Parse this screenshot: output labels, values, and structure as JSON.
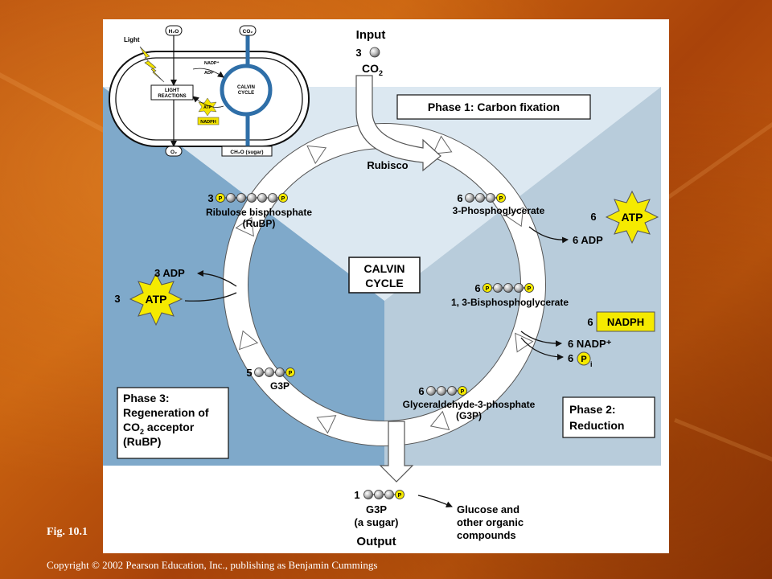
{
  "figure_label": "Fig. 10.1",
  "copyright": "Copyright © 2002 Pearson Education, Inc., publishing as Benjamin Cummings",
  "inset": {
    "light": "Light",
    "h2o": "H₂O",
    "co2": "CO₂",
    "light_reactions_1": "LIGHT",
    "light_reactions_2": "REACTIONS",
    "calvin_1": "CALVIN",
    "calvin_2": "CYCLE",
    "nadp": "NADP⁺",
    "adp": "ADP",
    "atp": "ATP",
    "nadph": "NADPH",
    "o2": "O₂",
    "sugar": "CH₂O (sugar)"
  },
  "input": {
    "title": "Input",
    "count": "3",
    "molecule": "CO",
    "subscript": "2"
  },
  "phases": {
    "phase1": "Phase 1: Carbon fixation",
    "phase2_line1": "Phase 2:",
    "phase2_line2": "Reduction",
    "phase3_line1": "Phase 3:",
    "phase3_line2": "Regeneration of",
    "phase3_line3": "CO",
    "phase3_line3_sub": "2",
    "phase3_line3_rest": " acceptor",
    "phase3_line4": "(RuBP)"
  },
  "center": {
    "line1": "CALVIN",
    "line2": "CYCLE"
  },
  "enzyme": "Rubisco",
  "molecules": {
    "pga_count": "6",
    "pga_name": "3-Phosphoglycerate",
    "bpg_count": "6",
    "bpg_name": "1, 3-Bisphosphoglycerate",
    "g3p_count": "6",
    "g3p_name_1": "Glyceraldehyde-3-phosphate",
    "g3p_name_2": "(G3P)",
    "g3p5_count": "5",
    "g3p5_name": "G3P",
    "rubp_count": "3",
    "rubp_name_1": "Ribulose bisphosphate",
    "rubp_name_2": "(RuBP)",
    "p_label": "P"
  },
  "energy": {
    "atp_in_count": "6",
    "atp_label": "ATP",
    "adp_out": "6 ADP",
    "nadph_count": "6",
    "nadph_label": "NADPH",
    "nadp_out": "6 NADP⁺",
    "pi_count": "6",
    "pi_p": "P",
    "pi_sub": "i",
    "atp3_count": "3",
    "adp3_out": "3 ADP"
  },
  "output": {
    "count": "1",
    "name": "G3P",
    "note": "(a sugar)",
    "title": "Output",
    "product_1": "Glucose and",
    "product_2": "other organic",
    "product_3": "compounds"
  }
}
